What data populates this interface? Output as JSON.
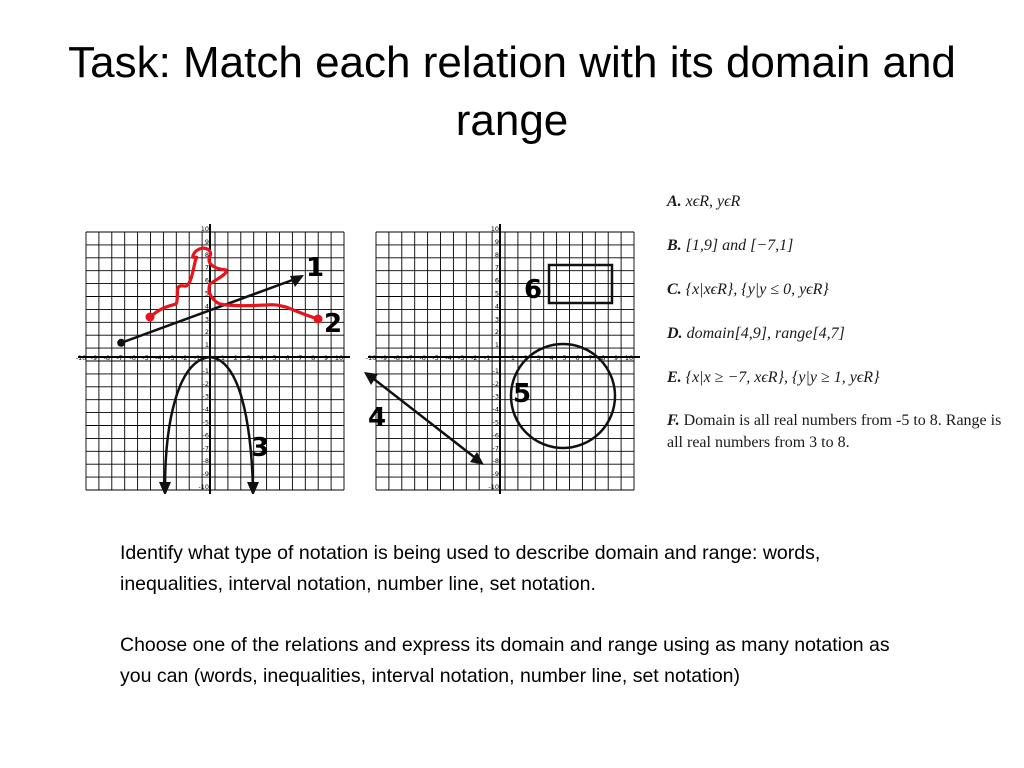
{
  "slide": {
    "title": "Task: Match each relation with its domain and range"
  },
  "graphs": {
    "x_ticks": [
      "-10",
      "-9",
      "-8",
      "-7",
      "-6",
      "-5",
      "-4",
      "-3",
      "-2",
      "-1",
      "1",
      "2",
      "3",
      "4",
      "5",
      "6",
      "7",
      "8",
      "9",
      "10"
    ],
    "y_ticks": [
      "10",
      "9",
      "8",
      "7",
      "6",
      "5",
      "4",
      "3",
      "2",
      "1",
      "-1",
      "-2",
      "-3",
      "-4",
      "-5",
      "-6",
      "-7",
      "-8",
      "-9",
      "-10"
    ],
    "labels_left": [
      "1",
      "2",
      "3"
    ],
    "labels_right": [
      "4",
      "5",
      "6"
    ],
    "colors": {
      "grid": "#000000",
      "relation_red": "#e8141c",
      "ink": "#111111"
    }
  },
  "options": [
    {
      "letter": "A.",
      "text": "xϵR,        yϵR"
    },
    {
      "letter": "B.",
      "text": "[1,9] and [−7,1]"
    },
    {
      "letter": "C.",
      "text": "{x|xϵR},  {y|y ≤ 0, yϵR}"
    },
    {
      "letter": "D.",
      "text": "domain[4,9],        range[4,7]"
    },
    {
      "letter": "E.",
      "text": "{x|x ≥ −7, xϵR},        {y|y ≥ 1, yϵR}"
    },
    {
      "letter": "F.",
      "text": "Domain is all real numbers from -5 to 8. Range is all real numbers from 3 to 8."
    }
  ],
  "instructions": {
    "p1": "Identify what type of notation is being used to describe domain and range: words, inequalities, interval notation, number line, set notation.",
    "p2": "Choose one of the relations and express its domain and range using as many notation as you can (words, inequalities, interval notation, number line, set notation)"
  }
}
